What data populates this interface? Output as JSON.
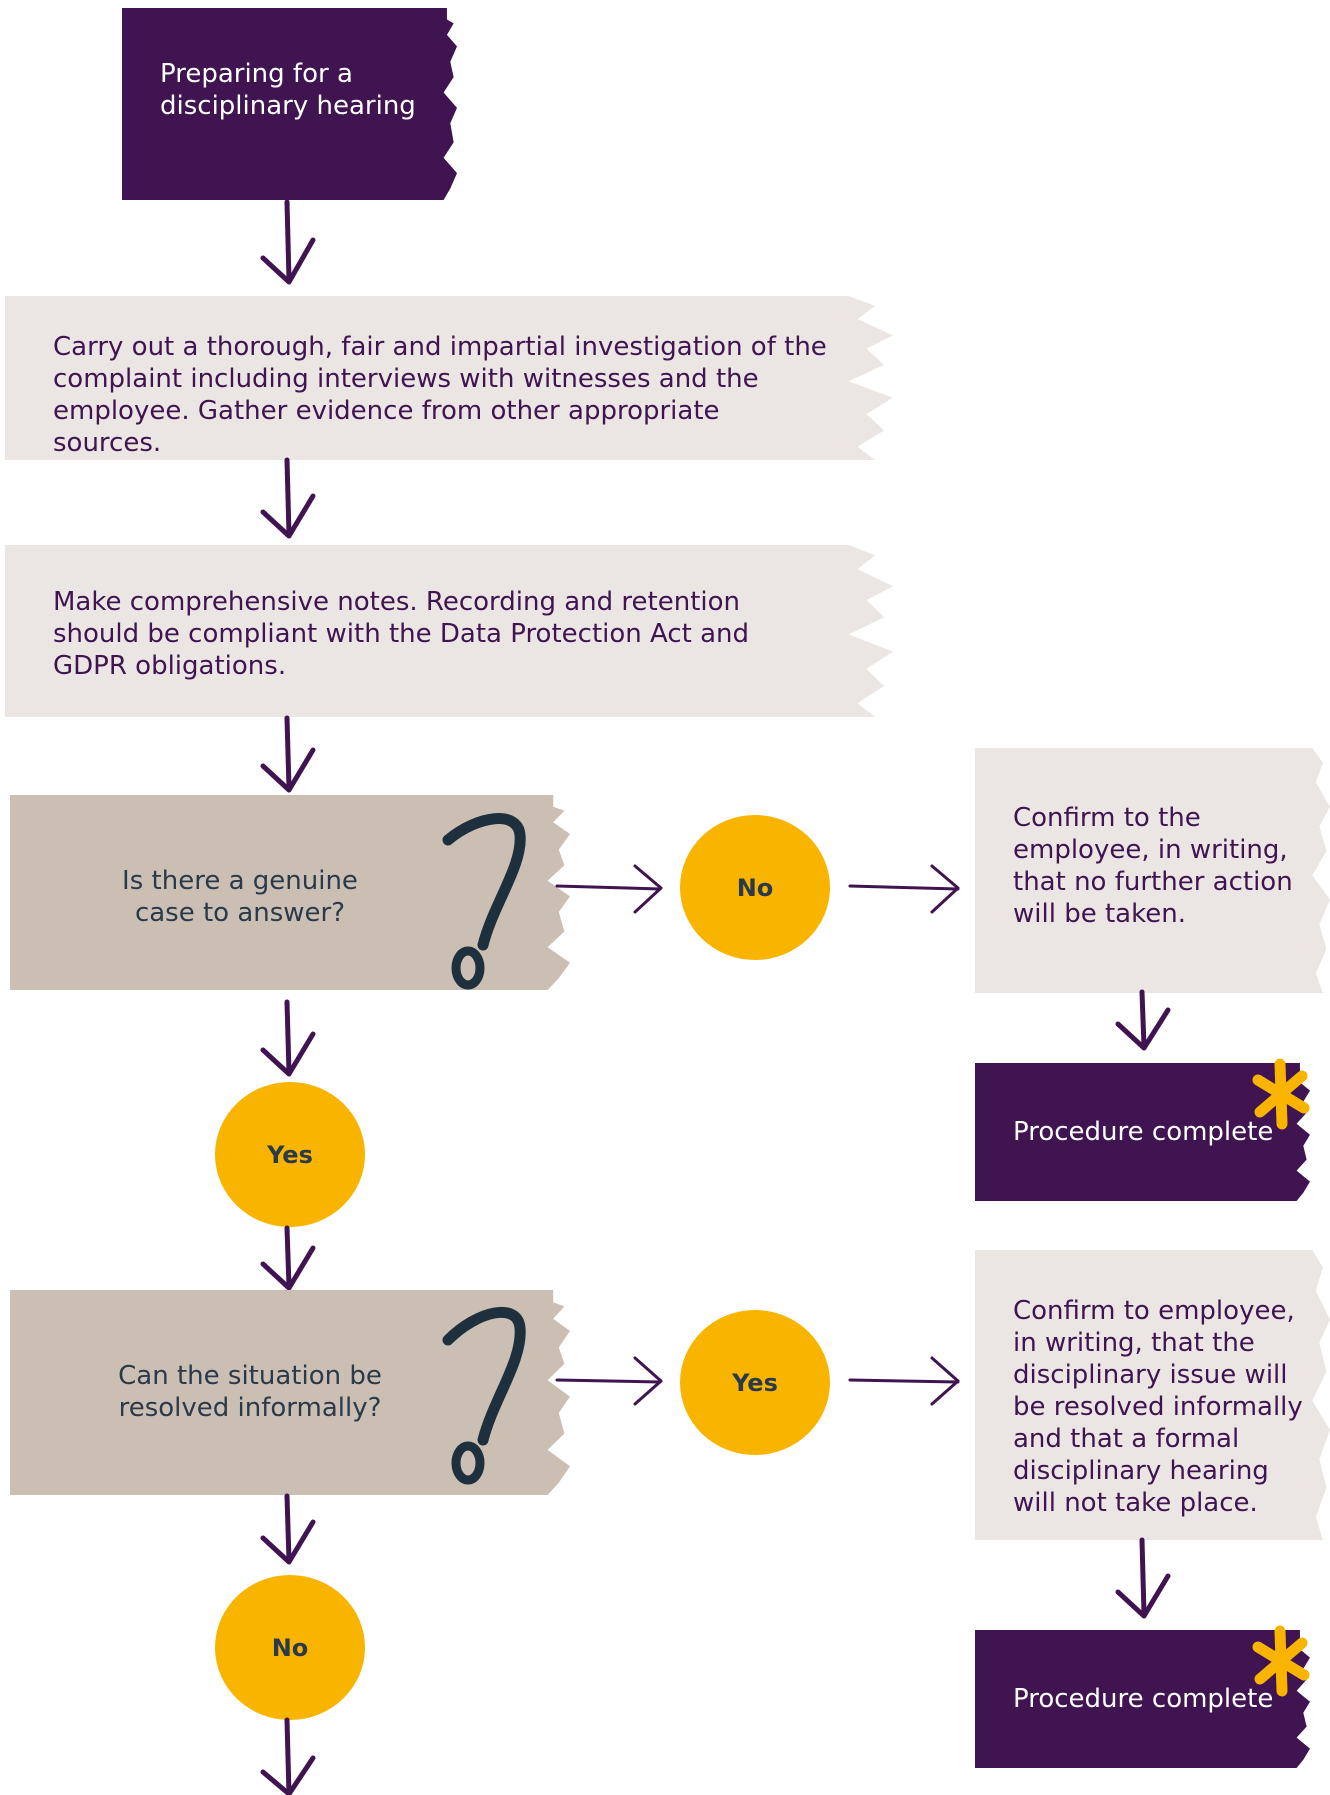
{
  "start": {
    "label": "Preparing for a disciplinary hearing"
  },
  "step1": {
    "text": "Carry out a thorough, fair and impartial investigation of the complaint including interviews with witnesses and the employee. Gather evidence from other appropriate sources."
  },
  "step2": {
    "text": "Make comprehensive notes. Recording and retention should be compliant with the Data Protection Act and GDPR obligations."
  },
  "decision1": {
    "question": "Is there a genuine case to answer?",
    "no_label": "No",
    "yes_label": "Yes",
    "no_outcome": "Confirm to the employee, in writing, that no further action will be taken.",
    "complete_label": "Procedure complete"
  },
  "decision2": {
    "question": "Can the situation be resolved informally?",
    "yes_label": "Yes",
    "no_label": "No",
    "yes_outcome": "Confirm to employee, in writing, that the disciplinary issue will be resolved informally and that a formal disciplinary hearing will not take place.",
    "complete_label": "Procedure complete"
  },
  "colors": {
    "purple": "#3f1451",
    "light_box": "#ebe6e3",
    "tan_box": "#cbbfb4",
    "yellow": "#f9b400",
    "navy": "#1e2f3d"
  },
  "icons": [
    "down-arrow-icon",
    "right-arrow-icon",
    "question-mark-icon",
    "star-burst-icon"
  ]
}
